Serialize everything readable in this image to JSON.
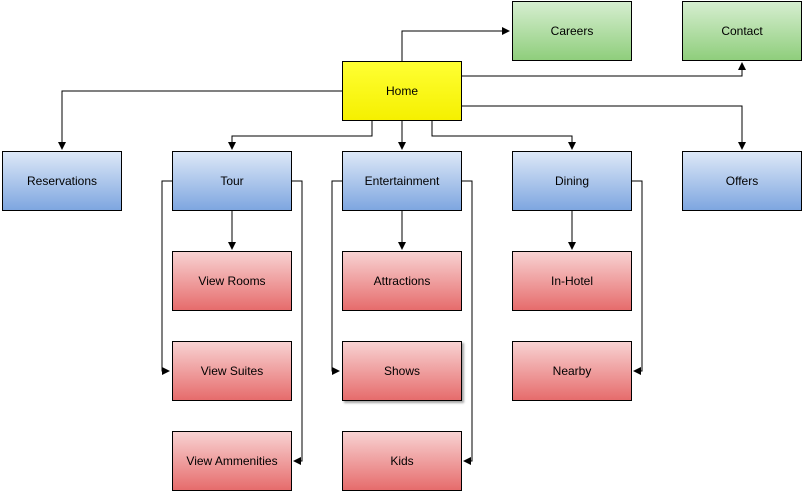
{
  "nodes": {
    "home": "Home",
    "careers": "Careers",
    "contact": "Contact",
    "reservations": "Reservations",
    "tour": "Tour",
    "entertainment": "Entertainment",
    "dining": "Dining",
    "offers": "Offers",
    "view_rooms": "View Rooms",
    "view_suites": "View Suites",
    "view_ammenities": "View Ammenities",
    "attractions": "Attractions",
    "shows": "Shows",
    "kids": "Kids",
    "in_hotel": "In-Hotel",
    "nearby": "Nearby"
  },
  "colors": {
    "root": "#ffff00",
    "top_links": "#97d077",
    "sections": "#7ea6e0",
    "subpages": "#ea6b66"
  }
}
